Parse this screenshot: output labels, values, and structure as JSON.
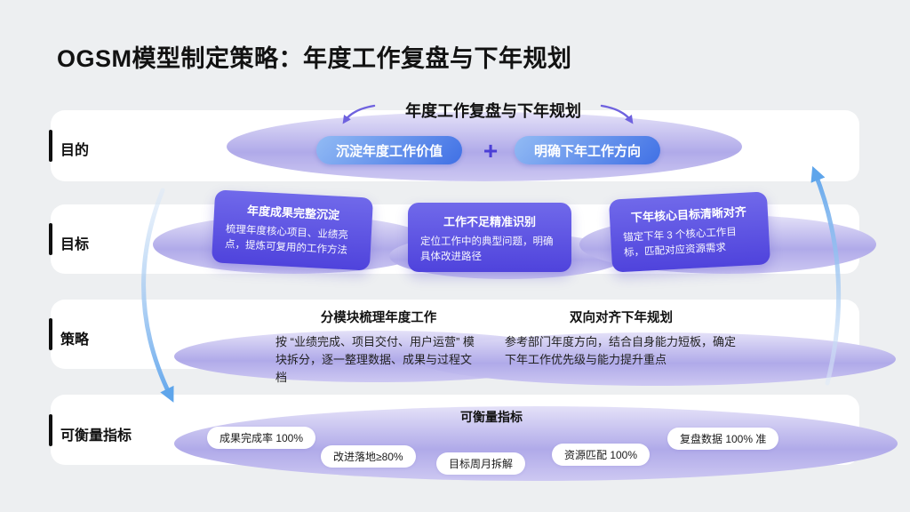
{
  "page": {
    "title": "OGSM模型制定策略：年度工作复盘与下年规划"
  },
  "rows": [
    {
      "label": "目的"
    },
    {
      "label": "目标"
    },
    {
      "label": "策略"
    },
    {
      "label": "可衡量指标"
    }
  ],
  "purpose": {
    "header": "年度工作复盘与下年规划",
    "pill_left": "沉淀年度工作价值",
    "plus": "+",
    "pill_right": "明确下年工作方向"
  },
  "goals": {
    "cards": [
      {
        "title": "年度成果完整沉淀",
        "body": "梳理年度核心项目、业绩亮点，提炼可复用的工作方法"
      },
      {
        "title": "工作不足精准识别",
        "body": "定位工作中的典型问题，明确具体改进路径"
      },
      {
        "title": "下年核心目标清晰对齐",
        "body": "锚定下年 3 个核心工作目标，匹配对应资源需求"
      }
    ]
  },
  "strategies": {
    "columns": [
      {
        "title": "分模块梳理年度工作",
        "body": "按 “业绩完成、项目交付、用户运营” 模块拆分，逐一整理数据、成果与过程文档"
      },
      {
        "title": "双向对齐下年规划",
        "body": "参考部门年度方向，结合自身能力短板，确定下年工作优先级与能力提升重点"
      }
    ]
  },
  "metrics": {
    "header": "可衡量指标",
    "pills": [
      "成果完成率 100%",
      "改进落地≥80%",
      "目标周月拆解",
      "资源匹配 100%",
      "复盘数据 100% 准"
    ]
  },
  "colors": {
    "background": "#edeff1",
    "card_gradient_top": "#7069ea",
    "card_gradient_bottom": "#4f43dc",
    "pill_gradient_light": "#92bbf4",
    "pill_gradient_dark": "#4070e5",
    "plus_sign": "#4b3fd6",
    "big_arrow_blue": "#6aabec",
    "small_arrow_purple": "#6f62df",
    "ellipse_lavender": "#b0aae9"
  }
}
